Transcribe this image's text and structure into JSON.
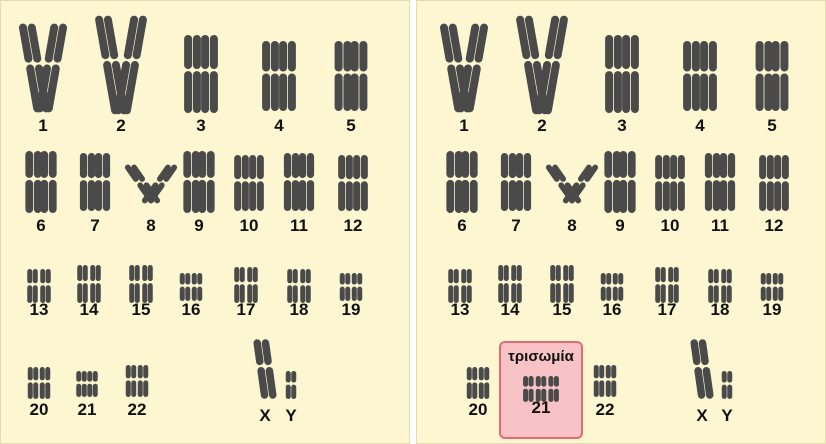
{
  "colors": {
    "chromosome": "#4a4a4a",
    "panel_bg": "#fdf7d1",
    "highlight_bg": "#f8c3c6",
    "highlight_border": "#e06b75"
  },
  "left_karyotype": {
    "labels": [
      "1",
      "2",
      "3",
      "4",
      "5",
      "6",
      "7",
      "8",
      "9",
      "10",
      "11",
      "12",
      "13",
      "14",
      "15",
      "16",
      "17",
      "18",
      "19",
      "20",
      "21",
      "22",
      "X",
      "Y"
    ],
    "sex_chromosomes": "XY"
  },
  "right_karyotype": {
    "labels": [
      "1",
      "2",
      "3",
      "4",
      "5",
      "6",
      "7",
      "8",
      "9",
      "10",
      "11",
      "12",
      "13",
      "14",
      "15",
      "16",
      "17",
      "18",
      "19",
      "20",
      "21",
      "22",
      "X",
      "Y"
    ],
    "trisomy_label": "τρισωμία",
    "trisomy_chromosome": "21",
    "trisomy_copies": 3
  }
}
